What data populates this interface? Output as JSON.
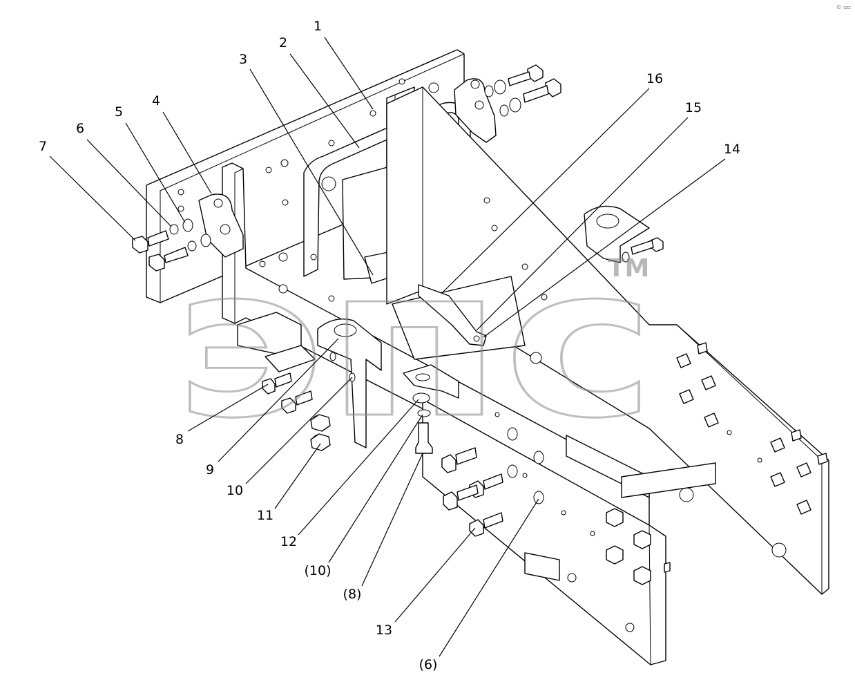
{
  "watermark": {
    "text": "эпс",
    "tm": "TM"
  },
  "corner_mark": "© ▫▫",
  "callouts": [
    {
      "id": "c1",
      "label": "1"
    },
    {
      "id": "c2",
      "label": "2"
    },
    {
      "id": "c3",
      "label": "3"
    },
    {
      "id": "c4",
      "label": "4"
    },
    {
      "id": "c5",
      "label": "5"
    },
    {
      "id": "c6",
      "label": "6"
    },
    {
      "id": "c7",
      "label": "7"
    },
    {
      "id": "c8",
      "label": "8"
    },
    {
      "id": "c9",
      "label": "9"
    },
    {
      "id": "c10",
      "label": "10"
    },
    {
      "id": "c11",
      "label": "11"
    },
    {
      "id": "c12",
      "label": "12"
    },
    {
      "id": "c13",
      "label": "13"
    },
    {
      "id": "c14",
      "label": "14"
    },
    {
      "id": "c15",
      "label": "15"
    },
    {
      "id": "c16",
      "label": "16"
    },
    {
      "id": "c10b",
      "label": "(10)"
    },
    {
      "id": "c8b",
      "label": "(8)"
    },
    {
      "id": "c6b",
      "label": "(6)"
    }
  ]
}
